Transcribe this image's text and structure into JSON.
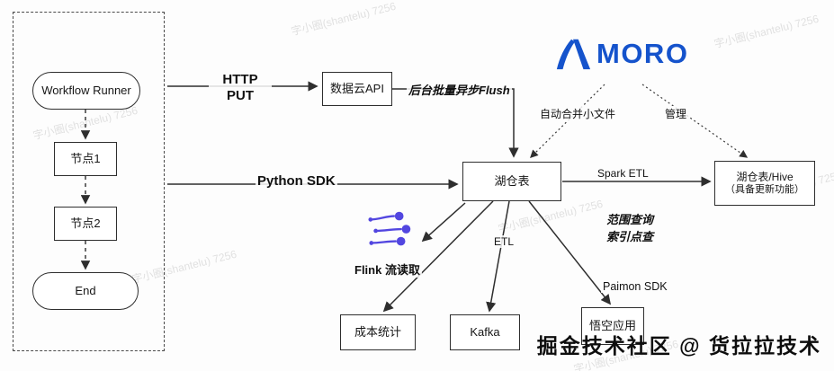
{
  "workflow_panel": {
    "runner": "Workflow Runner",
    "node1": "节点1",
    "node2": "节点2",
    "end": "End"
  },
  "nodes": {
    "data_cloud_api": "数据云API",
    "lakehouse": "湖仓表",
    "hive_line1": "湖仓表/Hive",
    "hive_line2": "（具备更新功能）",
    "cost": "成本统计",
    "kafka": "Kafka",
    "wukong": "悟空应用"
  },
  "labels": {
    "http": "HTTP",
    "put": "PUT",
    "flush": "后台批量异步Flush",
    "python_sdk": "Python SDK",
    "auto_merge": "自动合并小文件",
    "manage": "管理",
    "spark_etl": "Spark ETL",
    "etl": "ETL",
    "flink": "Flink 流读取",
    "range1": "范围查询",
    "range2": "索引点查",
    "paimon": "Paimon SDK"
  },
  "logo": {
    "text": "MORO",
    "color": "#1553cc"
  },
  "footer": {
    "text": "掘金技术社区 @ 货拉拉技术"
  },
  "watermark": {
    "text": "字小圈(shantelu) 7256"
  },
  "colors": {
    "accent_blue": "#1553cc",
    "flink_purple": "#5246e0",
    "line": "#333333"
  }
}
